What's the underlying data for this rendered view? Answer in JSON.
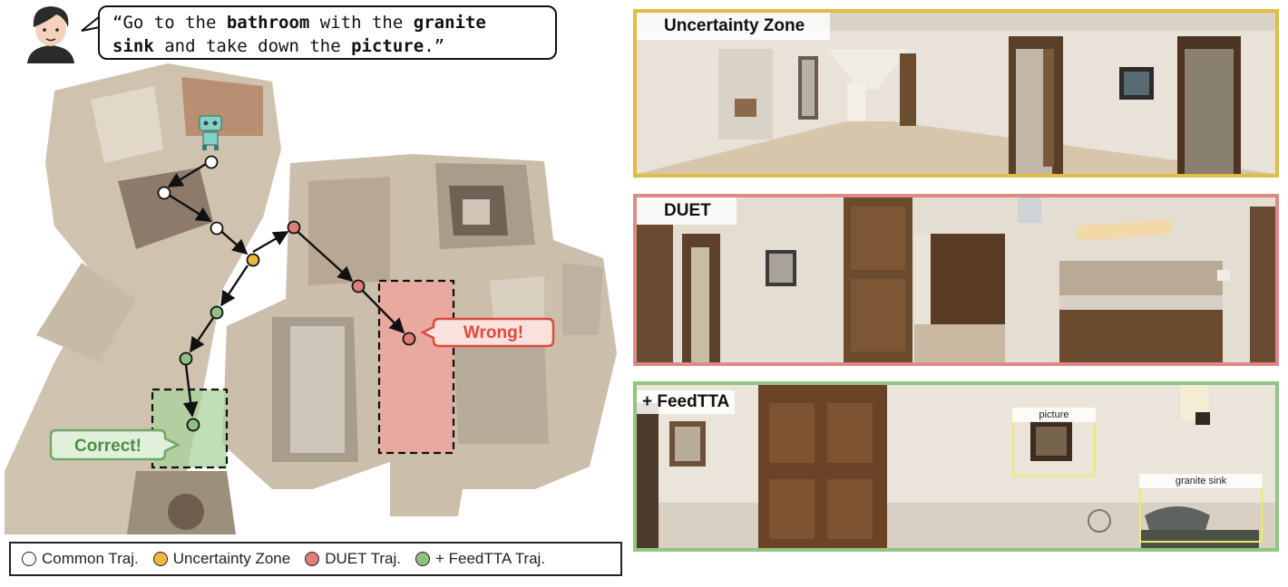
{
  "instruction": {
    "open_quote": "“",
    "w1": "Go to the ",
    "b1": "bathroom",
    "w2": " with the ",
    "b2": "granite",
    "b3": "sink",
    "w3": " and take down the ",
    "b4": "picture",
    "w4": ".",
    "close_quote": "”"
  },
  "callouts": {
    "wrong": "Wrong!",
    "correct": "Correct!"
  },
  "legend": {
    "common": "Common Traj.",
    "uncertainty": "Uncertainty Zone",
    "duet": "DUET Traj.",
    "feedtta": "+ FeedTTA Traj."
  },
  "panels": {
    "uncertainty": "Uncertainty Zone",
    "duet": "DUET",
    "feedtta": "+ FeedTTA"
  },
  "detections": {
    "picture": "picture",
    "sink": "granite sink"
  },
  "colors": {
    "common": "#ffffff",
    "uncertainty": "#e8b93c",
    "duet": "#e07d78",
    "feedtta": "#8fbf85",
    "uncertainty_border": "#e0bd42",
    "duet_border": "#dd8a86",
    "feedtta_border": "#92c57f"
  }
}
